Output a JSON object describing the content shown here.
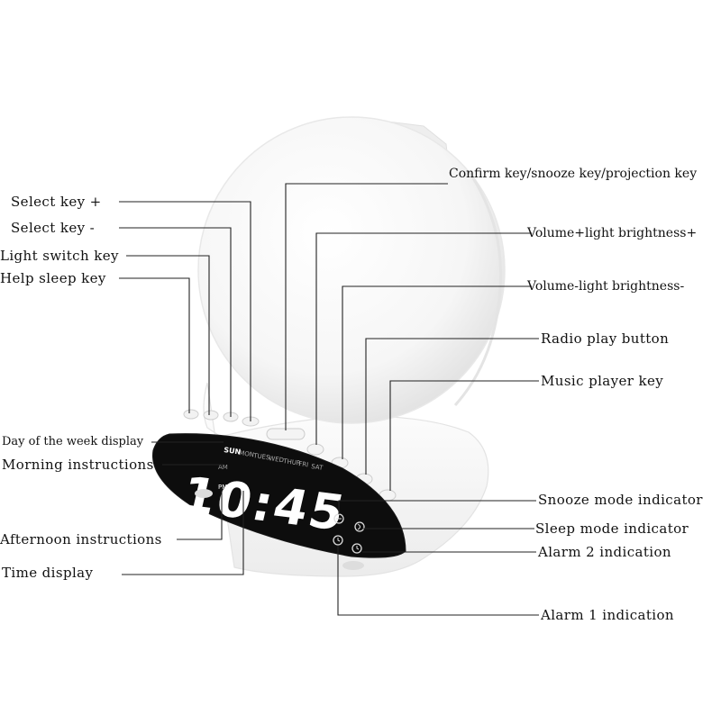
{
  "callouts_left": [
    {
      "id": "select-plus",
      "text": "Select key +"
    },
    {
      "id": "select-minus",
      "text": "Select key -"
    },
    {
      "id": "light-switch",
      "text": "Light switch key"
    },
    {
      "id": "help-sleep",
      "text": "Help sleep key"
    },
    {
      "id": "day-of-week",
      "text": "Day of the week display"
    },
    {
      "id": "morning",
      "text": "Morning instructions"
    },
    {
      "id": "afternoon",
      "text": "Afternoon instructions"
    },
    {
      "id": "time-display",
      "text": "Time display"
    }
  ],
  "callouts_right": [
    {
      "id": "confirm",
      "text": "Confirm key/snooze key/projection key"
    },
    {
      "id": "vol-plus",
      "text": "Volume+light brightness+"
    },
    {
      "id": "vol-minus",
      "text": "Volume-light brightness-"
    },
    {
      "id": "radio",
      "text": "Radio play button"
    },
    {
      "id": "music",
      "text": "Music player key"
    },
    {
      "id": "snooze",
      "text": "Snooze mode indicator"
    },
    {
      "id": "sleep-mode",
      "text": "Sleep mode indicator"
    },
    {
      "id": "alarm2",
      "text": "Alarm 2 indication"
    },
    {
      "id": "alarm1",
      "text": "Alarm 1 indication"
    }
  ],
  "display": {
    "days": [
      "SUN",
      "MON",
      "TUES",
      "WED",
      "THUR",
      "FRI",
      "SAT"
    ],
    "am": "AM",
    "pm": "PM",
    "time": "10:45"
  },
  "colors": {
    "line": "#222222",
    "display_bg": "#0d0d0d",
    "digits": "#ffffff",
    "body": "#ffffff",
    "shade": "#d9d9d9"
  }
}
